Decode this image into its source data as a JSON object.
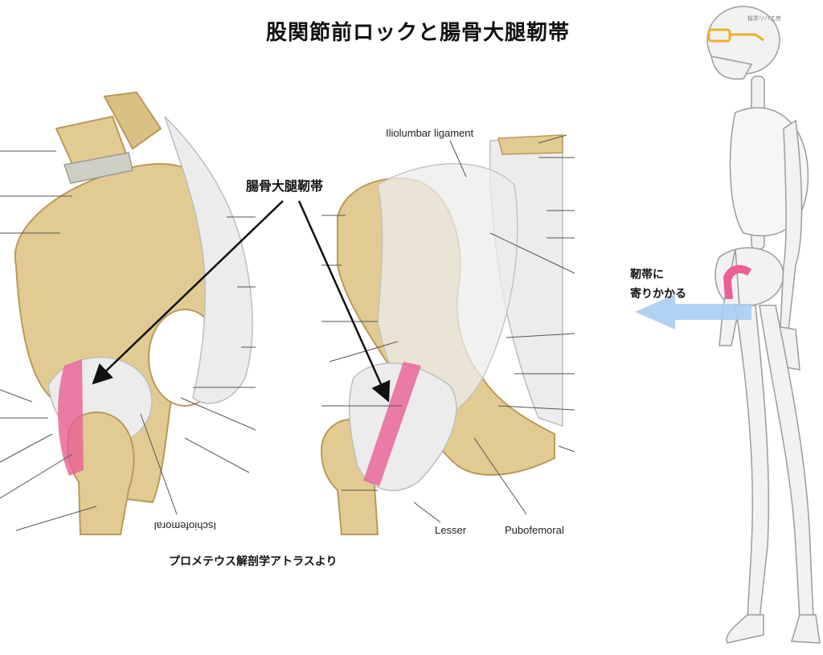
{
  "title": "股関節前ロックと腸骨大腿靭帯",
  "callout_label": "腸骨大腿靭帯",
  "caption": "プロメテウス解剖学アトラスより",
  "left_panel": {
    "label_ischiofemoral": "Ischiofemoral"
  },
  "right_panel": {
    "label_iliolumbar": "Iliolumbar ligament",
    "label_lesser": "Lesser",
    "label_pubofemoral": "Pubofemoral"
  },
  "skeleton": {
    "label_line1": "靭帯に",
    "label_line2": "寄りかかる",
    "watermark": "桜井リハ工房"
  },
  "colors": {
    "bone": "#e0c98f",
    "bone_dark": "#b9995a",
    "ligament": "#e8e8e8",
    "highlight": "#ea5f95",
    "arrow_blue": "#a9cdf2",
    "glasses": "#e9b42c"
  }
}
